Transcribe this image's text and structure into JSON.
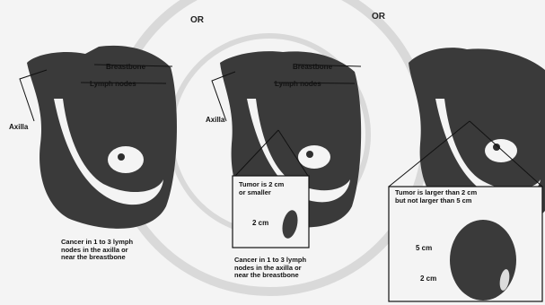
{
  "separators": [
    "OR",
    "OR"
  ],
  "panel1": {
    "breastbone": "Breastbone",
    "lymph_nodes": "Lymph nodes",
    "axilla": "Axilla",
    "caption": "Cancer in 1 to 3 lymph\nnodes in the axilla or\nnear the breastbone"
  },
  "panel2": {
    "breastbone": "Breastbone",
    "lymph_nodes": "Lymph nodes",
    "axilla": "Axilla",
    "tumor_text": "Tumor is 2 cm\nor smaller",
    "size_label": "2 cm",
    "caption": "Cancer in 1 to 3 lymph\nnodes in the axilla or\nnear the breastbone"
  },
  "panel3": {
    "tumor_text": "Tumor is larger than 2 cm\nbut not larger than 5 cm",
    "size_large": "5 cm",
    "size_small": "2 cm"
  },
  "colors": {
    "ink": "#1a1a1a",
    "shade": "#333333",
    "watermark": "#b8b8b8"
  }
}
